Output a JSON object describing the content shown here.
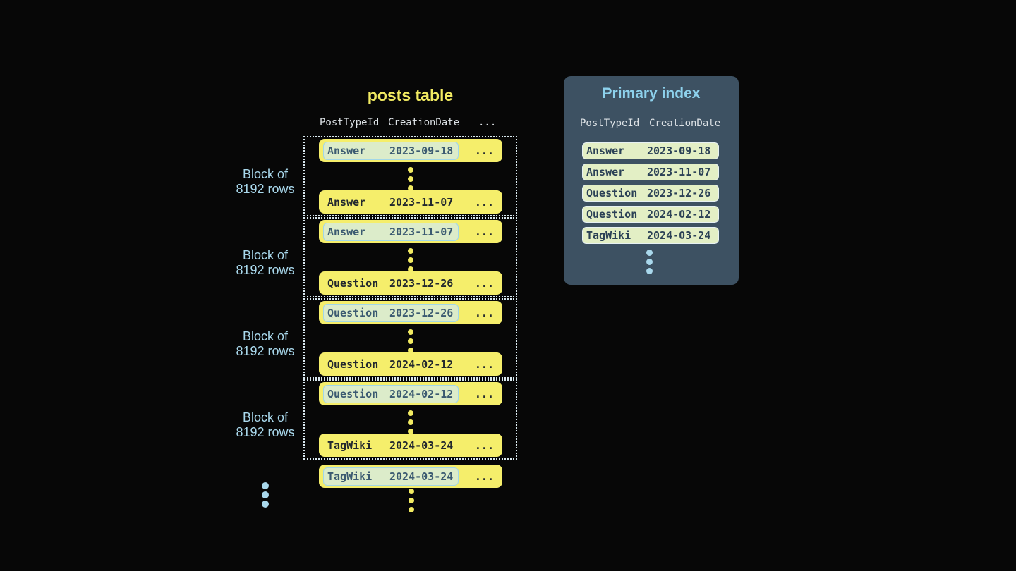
{
  "colors": {
    "background": "#070707",
    "yellow": "#f2eb62",
    "row_yellow": "#f5ee6b",
    "row_text": "#22282e",
    "pill_bg": "#dcecca",
    "pill_border": "#a2d7e8",
    "pill_text": "#3b5a71",
    "panel_bg": "#3d5162",
    "panel_title": "#8dd1ec",
    "index_row_bg": "#e3efc5",
    "index_row_border": "#e6f1f2",
    "index_row_text": "#2b4156",
    "header_text": "#dce1e5",
    "light_blue": "#a9d8ec",
    "dotted_border": "#d9e8ef"
  },
  "posts_table": {
    "title": "posts table",
    "headers": {
      "post_type_id": "PostTypeId",
      "creation_date": "CreationDate",
      "more": "..."
    },
    "row_more": "...",
    "blocks": [
      {
        "label_line1": "Block of",
        "label_line2": "8192 rows",
        "first_row": {
          "post_type": "Answer",
          "creation_date": "2023-09-18"
        },
        "last_row": {
          "post_type": "Answer",
          "creation_date": "2023-11-07"
        }
      },
      {
        "label_line1": "Block of",
        "label_line2": "8192 rows",
        "first_row": {
          "post_type": "Answer",
          "creation_date": "2023-11-07"
        },
        "last_row": {
          "post_type": "Question",
          "creation_date": "2023-12-26"
        }
      },
      {
        "label_line1": "Block of",
        "label_line2": "8192 rows",
        "first_row": {
          "post_type": "Question",
          "creation_date": "2023-12-26"
        },
        "last_row": {
          "post_type": "Question",
          "creation_date": "2024-02-12"
        }
      },
      {
        "label_line1": "Block of",
        "label_line2": "8192 rows",
        "first_row": {
          "post_type": "Question",
          "creation_date": "2024-02-12"
        },
        "last_row": {
          "post_type": "TagWiki",
          "creation_date": "2024-03-24"
        }
      }
    ],
    "next_block_first_row": {
      "post_type": "TagWiki",
      "creation_date": "2024-03-24"
    }
  },
  "primary_index": {
    "title": "Primary index",
    "headers": {
      "post_type_id": "PostTypeId",
      "creation_date": "CreationDate"
    },
    "rows": [
      {
        "post_type": "Answer",
        "creation_date": "2023-09-18"
      },
      {
        "post_type": "Answer",
        "creation_date": "2023-11-07"
      },
      {
        "post_type": "Question",
        "creation_date": "2023-12-26"
      },
      {
        "post_type": "Question",
        "creation_date": "2024-02-12"
      },
      {
        "post_type": "TagWiki",
        "creation_date": "2024-03-24"
      }
    ]
  }
}
